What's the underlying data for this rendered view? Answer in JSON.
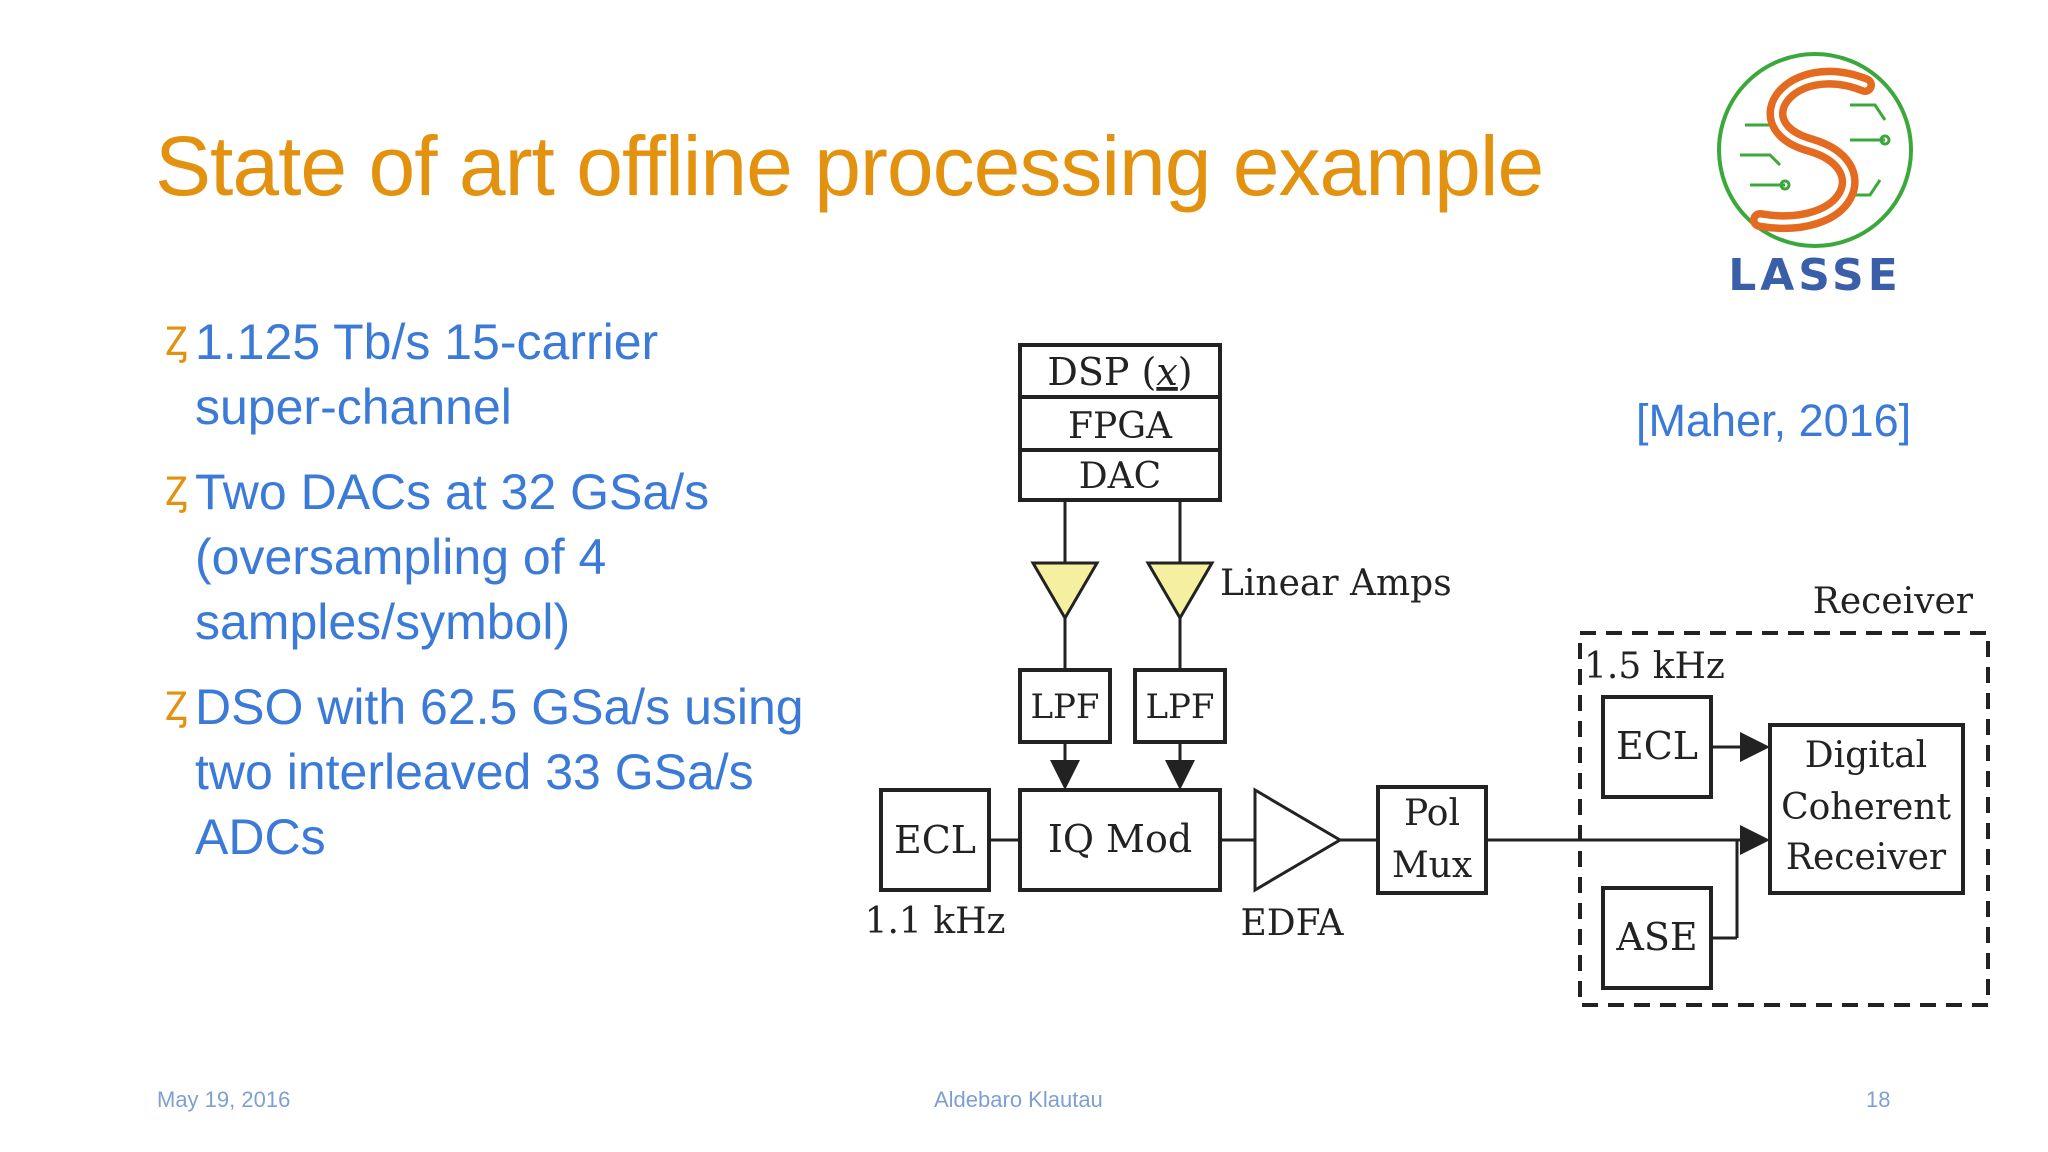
{
  "slide": {
    "title": "State of art offline processing example",
    "citation": "[Maher, 2016]",
    "bullets": [
      {
        "text": "1.125 Tb/s 15-carrier super-channel",
        "icon": "s-bullet-icon"
      },
      {
        "text": "Two DACs at 32 GSa/s (oversampling of 4 samples/symbol)",
        "icon": "s-bullet-icon"
      },
      {
        "text": "DSO with 62.5 GSa/s using two interleaved 33 GSa/s ADCs",
        "icon": "s-bullet-icon"
      }
    ]
  },
  "logo": {
    "text": "LASSE",
    "colors": {
      "ring": "#3aa83a",
      "swoosh": "#e36a1f",
      "text": "#3a5fa8"
    }
  },
  "diagram": {
    "dsp_prefix": "DSP (",
    "dsp_var": "x",
    "dsp_suffix": ")",
    "fpga": "FPGA",
    "dac": "DAC",
    "linear_amps": "Linear Amps",
    "lpf1": "LPF",
    "lpf2": "LPF",
    "ecl_tx": "ECL",
    "ecl_tx_linewidth": "1.1 kHz",
    "iq_mod": "IQ Mod",
    "edfa": "EDFA",
    "pol_mux_1": "Pol",
    "pol_mux_2": "Mux",
    "receiver_label": "Receiver",
    "ecl_rx_linewidth": "1.5 kHz",
    "ecl_rx": "ECL",
    "ase": "ASE",
    "dcr_1": "Digital",
    "dcr_2": "Coherent",
    "dcr_3": "Receiver",
    "amp_color": "#f5f0a0"
  },
  "footer": {
    "date": "May 19, 2016",
    "author": "Aldebaro Klautau",
    "page": "18"
  }
}
